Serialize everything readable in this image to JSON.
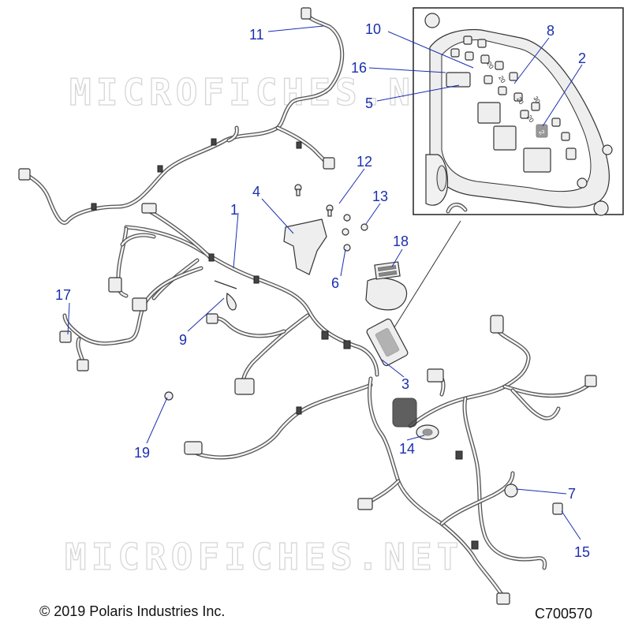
{
  "diagram": {
    "watermark_text": "MICROFICHES.NET",
    "callouts": [
      "1",
      "2",
      "3",
      "4",
      "5",
      "6",
      "7",
      "8",
      "9",
      "10",
      "11",
      "12",
      "13",
      "14",
      "15",
      "16",
      "17",
      "18",
      "19"
    ],
    "inset_labels": [
      "20",
      "20",
      "20",
      "20",
      "30",
      "2"
    ]
  },
  "footer": {
    "copyright": "© 2019 Polaris Industries Inc.",
    "figure_code": "C700570"
  },
  "colors": {
    "callout": "#1a2fb0",
    "line": "#333333",
    "watermark": "#d6d6d6"
  }
}
